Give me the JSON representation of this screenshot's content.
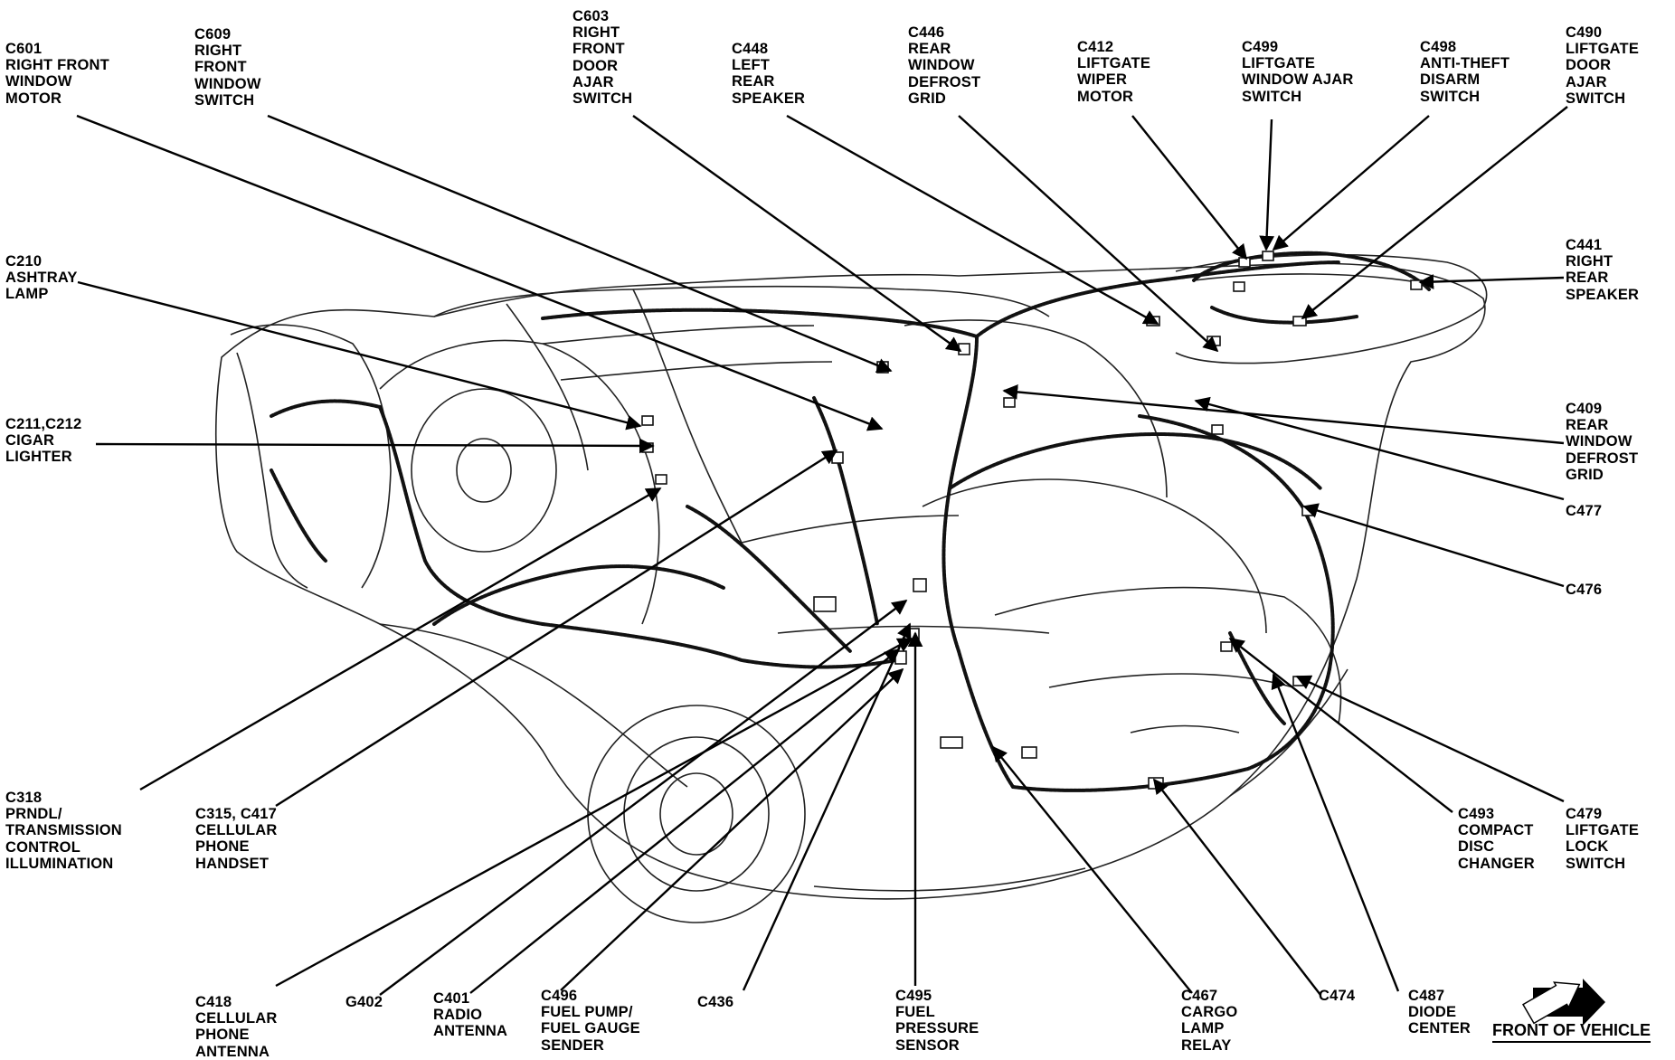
{
  "labels": {
    "c601": [
      "C601",
      "RIGHT FRONT",
      "WINDOW",
      "MOTOR"
    ],
    "c609": [
      "C609",
      "RIGHT",
      "FRONT",
      "WINDOW",
      "SWITCH"
    ],
    "c603": [
      "C603",
      "RIGHT",
      "FRONT",
      "DOOR",
      "AJAR",
      "SWITCH"
    ],
    "c448": [
      "C448",
      "LEFT",
      "REAR",
      "SPEAKER"
    ],
    "c446": [
      "C446",
      "REAR",
      "WINDOW",
      "DEFROST",
      "GRID"
    ],
    "c412": [
      "C412",
      "LIFTGATE",
      "WIPER",
      "MOTOR"
    ],
    "c499": [
      "C499",
      "LIFTGATE",
      "WINDOW AJAR",
      "SWITCH"
    ],
    "c498": [
      "C498",
      "ANTI-THEFT",
      "DISARM",
      "SWITCH"
    ],
    "c490": [
      "C490",
      "LIFTGATE",
      "DOOR",
      "AJAR",
      "SWITCH"
    ],
    "c210": [
      "C210",
      "ASHTRAY",
      "LAMP"
    ],
    "c441": [
      "C441",
      "RIGHT",
      "REAR",
      "SPEAKER"
    ],
    "c211": [
      "C211,C212",
      "CIGAR",
      "LIGHTER"
    ],
    "c409": [
      "C409",
      "REAR",
      "WINDOW",
      "DEFROST",
      "GRID"
    ],
    "c477": [
      "C477"
    ],
    "c476": [
      "C476"
    ],
    "c318": [
      "C318",
      "PRNDL/",
      "TRANSMISSION",
      "CONTROL",
      "ILLUMINATION"
    ],
    "c315": [
      "C315, C417",
      "CELLULAR",
      "PHONE",
      "HANDSET"
    ],
    "c493": [
      "C493",
      "COMPACT",
      "DISC",
      "CHANGER"
    ],
    "c479": [
      "C479",
      "LIFTGATE",
      "LOCK",
      "SWITCH"
    ],
    "c418": [
      "C418",
      "CELLULAR",
      "PHONE",
      "ANTENNA"
    ],
    "g402": [
      "G402"
    ],
    "c401": [
      "C401",
      "RADIO",
      "ANTENNA"
    ],
    "c496": [
      "C496",
      "FUEL PUMP/",
      "FUEL GAUGE",
      "SENDER"
    ],
    "c436": [
      "C436"
    ],
    "c495": [
      "C495",
      "FUEL",
      "PRESSURE",
      "SENSOR"
    ],
    "c467": [
      "C467",
      "CARGO",
      "LAMP",
      "RELAY"
    ],
    "c474": [
      "C474"
    ],
    "c487": [
      "C487",
      "DIODE",
      "CENTER"
    ]
  },
  "front_of_vehicle": "FRONT OF VEHICLE"
}
